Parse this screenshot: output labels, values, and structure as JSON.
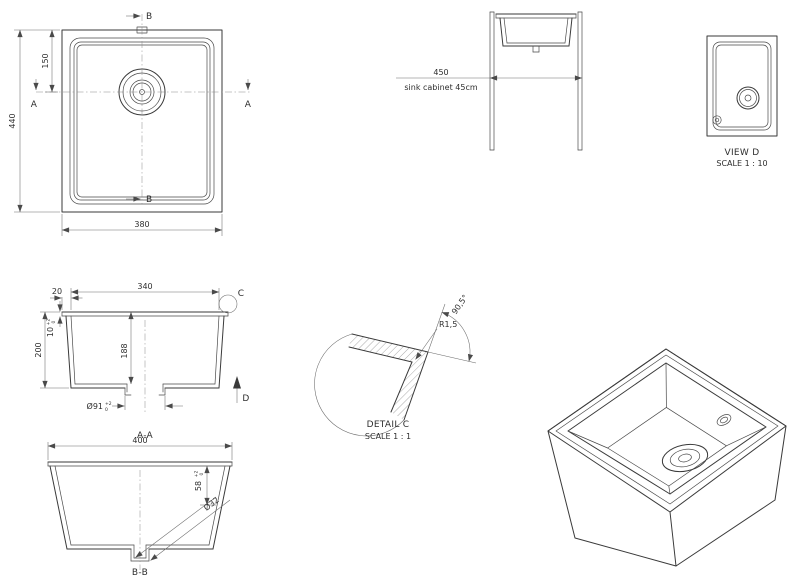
{
  "plan": {
    "dim_width": "380",
    "dim_height": "440",
    "dim_drain_offset": "150",
    "label_a": "A",
    "label_b": "B"
  },
  "cabinet": {
    "dim_width": "450",
    "caption": "sink cabinet 45cm"
  },
  "view_d": {
    "title": "VIEW D",
    "scale": "SCALE 1 : 10"
  },
  "section_aa": {
    "title": "A-A",
    "dim_bowl_width": "340",
    "dim_flange": "20",
    "dim_depth": "200",
    "dim_bowl_depth": "188",
    "dim_rim_thickness": "10",
    "dim_drain_hole": "Ø91",
    "tol_plus": "+2",
    "tol_minus": "0",
    "label_c": "C",
    "label_d": "D"
  },
  "detail_c": {
    "title": "DETAIL C",
    "scale": "SCALE 1 : 1",
    "radius": "R1,5",
    "angle": "90,5°"
  },
  "section_bb": {
    "title": "B-B",
    "dim_width": "400",
    "dim_drain_height": "58",
    "dim_drain_dia": "Ø32",
    "tol_plus": "+2",
    "tol_minus": "0"
  },
  "colors": {
    "line": "#3a3a3a",
    "dim": "#6a6a6a",
    "text": "#2e2e2e"
  }
}
